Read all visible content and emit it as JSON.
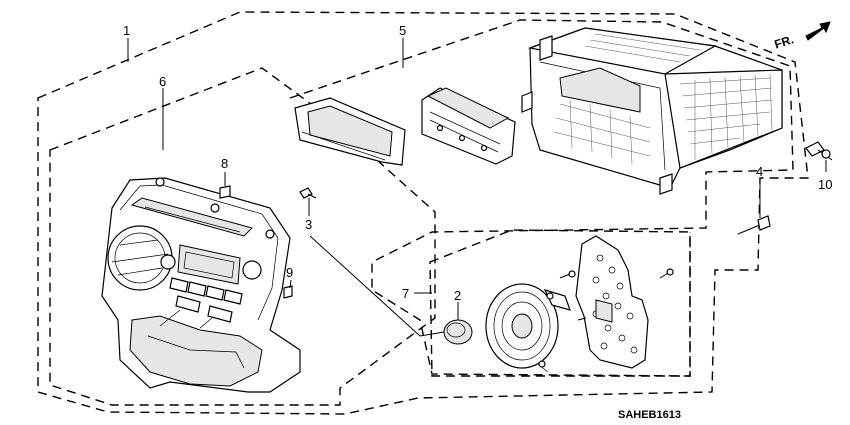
{
  "diagram": {
    "callouts": [
      "1",
      "2",
      "3",
      "4",
      "5",
      "6",
      "7",
      "8",
      "9",
      "10"
    ],
    "direction_label": "FR.",
    "code": "SAHEB1613"
  }
}
